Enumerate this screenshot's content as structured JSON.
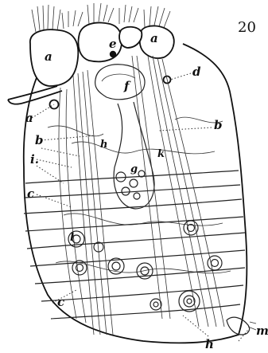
{
  "figure": {
    "number": "20",
    "labels": {
      "a_left_cell": "a",
      "a_right_cell": "a",
      "a_left_side": "a",
      "e": "e",
      "f": "f",
      "d": "d",
      "b_right": "b",
      "b_left": "b",
      "h_upper": "h",
      "i": "i.",
      "k": "k",
      "g": "g",
      "c_upper": "c",
      "l": "l",
      "c_lower": "c",
      "h_lower": "h",
      "m": "m"
    }
  }
}
